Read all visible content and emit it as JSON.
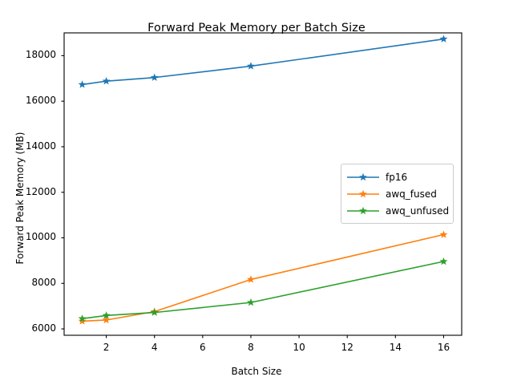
{
  "chart_data": {
    "type": "line",
    "title": "Forward Peak Memory per Batch Size",
    "xlabel": "Batch Size",
    "ylabel": "Forward Peak Memory (MB)",
    "x": [
      1,
      2,
      4,
      8,
      16
    ],
    "xlim": [
      0.25,
      16.75
    ],
    "ylim": [
      5720,
      19000
    ],
    "xticks": [
      2,
      4,
      6,
      8,
      10,
      12,
      14,
      16
    ],
    "xticklabels": [
      "2",
      "4",
      "6",
      "8",
      "10",
      "12",
      "14",
      "16"
    ],
    "yticks": [
      6000,
      8000,
      10000,
      12000,
      14000,
      16000,
      18000
    ],
    "yticklabels": [
      "6000",
      "8000",
      "10000",
      "12000",
      "14000",
      "16000",
      "18000"
    ],
    "grid": false,
    "legend_position": "center right",
    "marker": "star",
    "series": [
      {
        "name": "fp16",
        "color": "#1f77b4",
        "values": [
          16730,
          16880,
          17040,
          17540,
          18730
        ]
      },
      {
        "name": "awq_fused",
        "color": "#ff7f0e",
        "values": [
          6340,
          6390,
          6760,
          8170,
          10140
        ]
      },
      {
        "name": "awq_unfused",
        "color": "#2ca02c",
        "values": [
          6450,
          6590,
          6720,
          7160,
          8960
        ]
      }
    ]
  }
}
